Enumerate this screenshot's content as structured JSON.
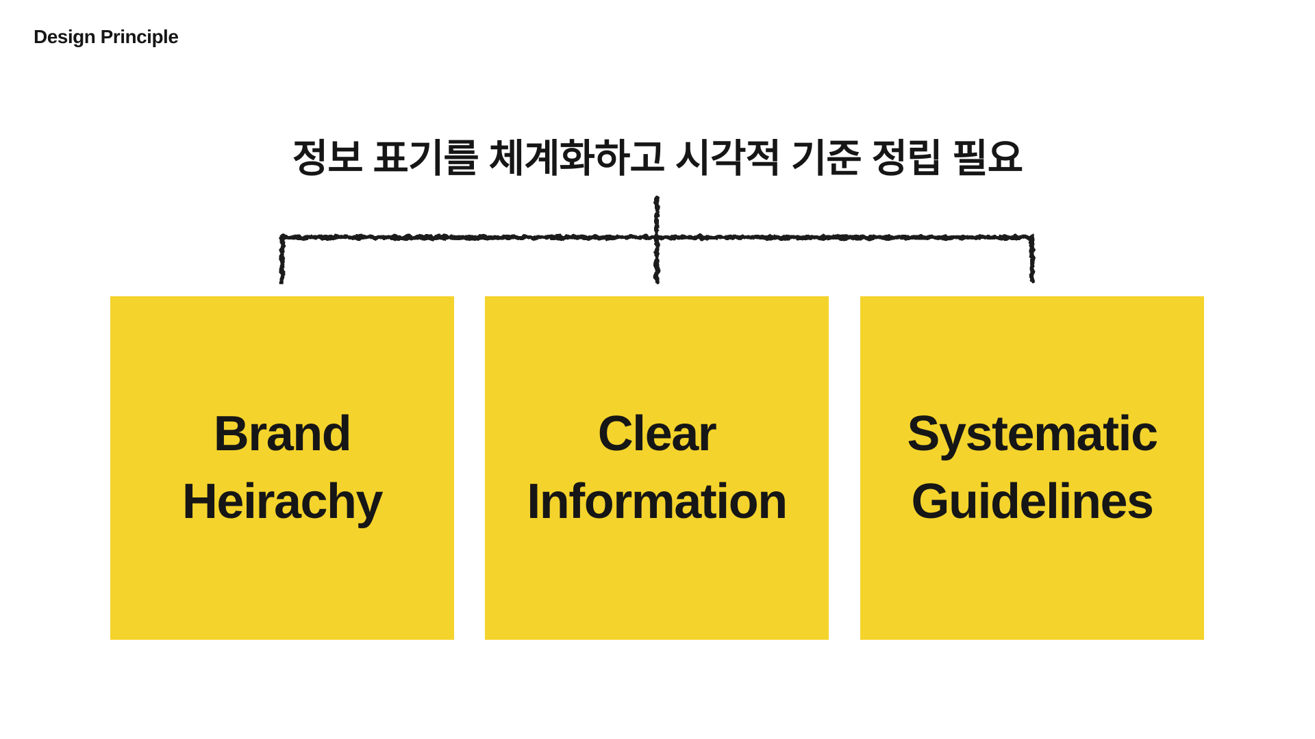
{
  "header": {
    "label": "Design Principle",
    "title": "정보 표기를 체계화하고 시각적 기준 정립 필요"
  },
  "diagram": {
    "boxes": [
      {
        "lines": [
          "Brand",
          "Heirachy"
        ]
      },
      {
        "lines": [
          "Clear",
          "Information"
        ]
      },
      {
        "lines": [
          "Systematic",
          "Guidelines"
        ]
      }
    ]
  },
  "colors": {
    "box_bg": "#F4D32C",
    "text": "#161616",
    "line": "#1C1C1C",
    "background": "#FFFFFF"
  }
}
